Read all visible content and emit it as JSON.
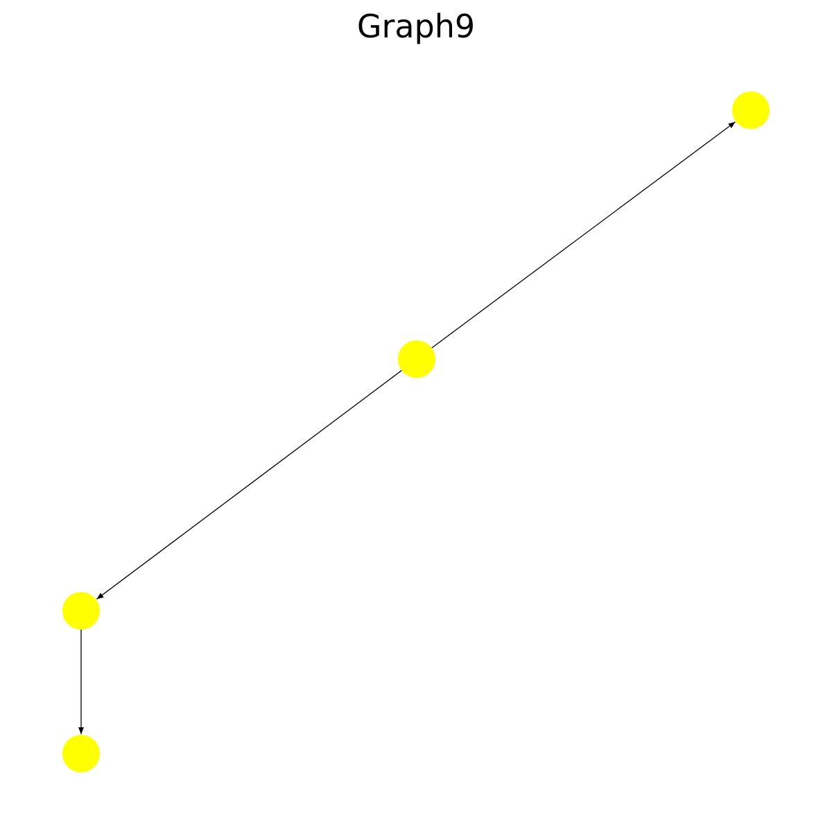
{
  "title": "Graph9",
  "colors": {
    "node_fill": "#ffff00",
    "edge_stroke": "#000000",
    "background": "#ffffff"
  },
  "graph": {
    "directed": true,
    "nodes": [
      {
        "id": "n0"
      },
      {
        "id": "n1"
      },
      {
        "id": "n2"
      },
      {
        "id": "n3"
      }
    ],
    "edges": [
      {
        "from": "n0",
        "to": "n1"
      },
      {
        "from": "n0",
        "to": "n2"
      },
      {
        "from": "n2",
        "to": "n3"
      }
    ]
  }
}
